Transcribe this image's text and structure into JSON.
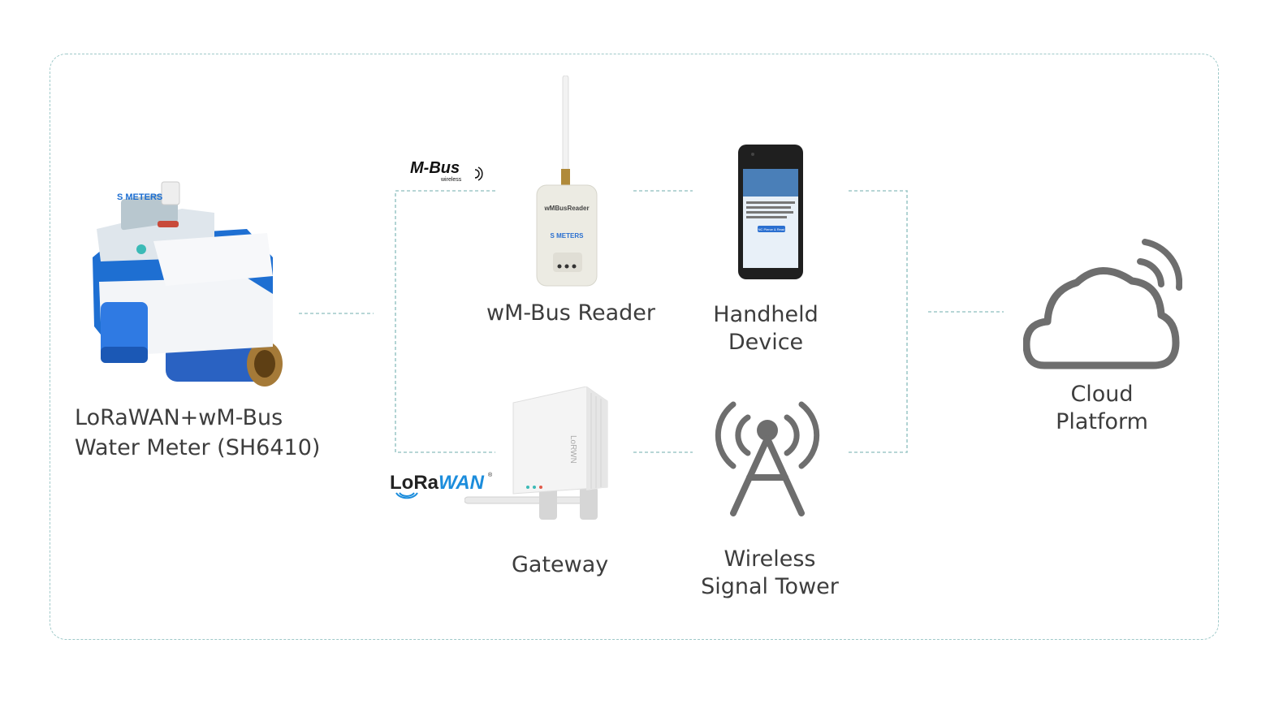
{
  "nodes": {
    "meter": {
      "line1": "LoRaWAN+wM-Bus",
      "line2": "Water Meter (SH6410)"
    },
    "reader": {
      "label": "wM-Bus Reader"
    },
    "handheld": {
      "line1": "Handheld",
      "line2": "Device"
    },
    "gateway": {
      "label": "Gateway"
    },
    "tower": {
      "line1": "Wireless",
      "line2": "Signal Tower"
    },
    "cloud": {
      "line1": "Cloud",
      "line2": "Platform"
    }
  },
  "protocols": {
    "mbus": {
      "logo_text": "M-Bus",
      "sub_text": "wireless"
    },
    "lorawan": {
      "logo_text_a": "LoRa",
      "logo_text_b": "WAN",
      "mark": "®"
    }
  },
  "device_printing": {
    "meter_brand": "S METERS",
    "reader_title": "wMBusReader",
    "reader_brand": "S METERS",
    "gateway_brand": "LoRWN",
    "phone_button": "NC Pierce & Read"
  },
  "colors": {
    "connector": "#9fc9c9",
    "meter_blue": "#1e6fd2",
    "lorawan_blue": "#1c8ddc",
    "cloud_gray": "#707070"
  }
}
